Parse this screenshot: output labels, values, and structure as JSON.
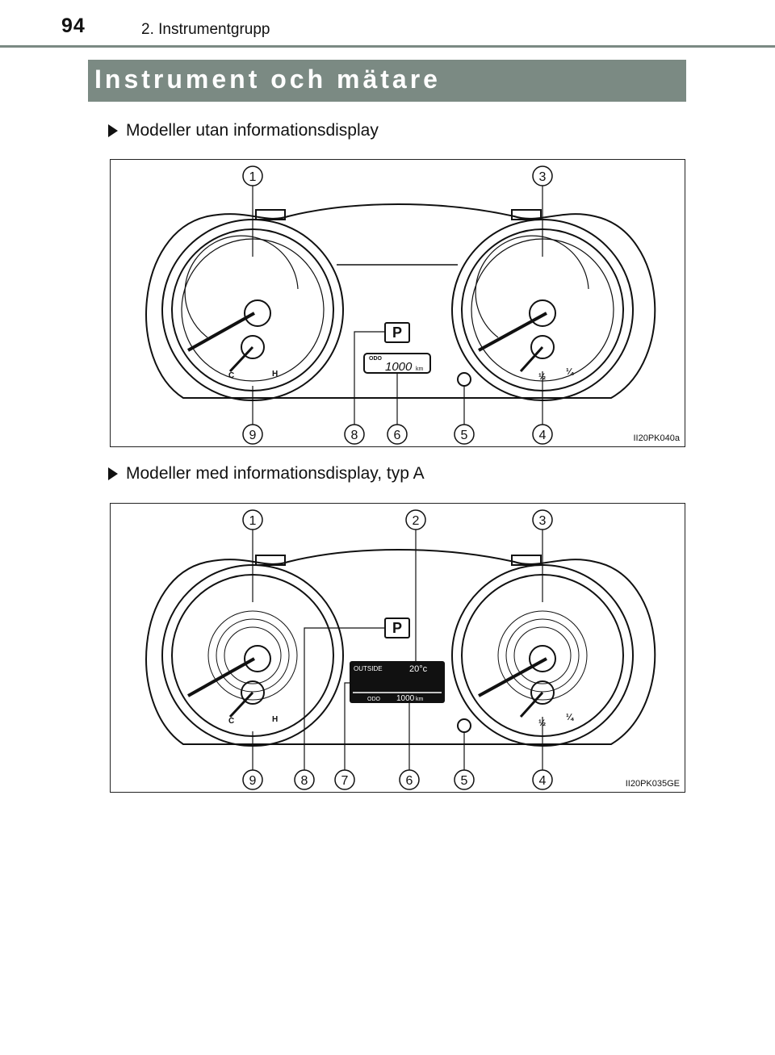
{
  "header": {
    "page_number": "94",
    "chapter": "2. Instrumentgrupp"
  },
  "section": {
    "title": "Instrument och mätare"
  },
  "figures": [
    {
      "heading": "Modeller utan informationsdisplay",
      "code": "II20PK040a",
      "callouts_top": [
        "1",
        "3"
      ],
      "callouts_bottom": [
        "9",
        "8",
        "6",
        "5",
        "4"
      ],
      "odo_label": "ODO",
      "odo_value": "1000",
      "odo_unit": "km",
      "shift_indicator": "P",
      "temp_cold": "C",
      "temp_hot": "H",
      "fuel_half": "½",
      "fuel_quarter": "¼"
    },
    {
      "heading": "Modeller med informationsdisplay, typ A",
      "code": "II20PK035GE",
      "callouts_top": [
        "1",
        "2",
        "3"
      ],
      "callouts_bottom": [
        "9",
        "8",
        "7",
        "6",
        "5",
        "4"
      ],
      "outside_label": "OUTSIDE",
      "outside_value": "20°c",
      "odo_label": "ODO",
      "odo_value": "1000",
      "odo_unit": "km",
      "shift_indicator": "P",
      "temp_cold": "C",
      "temp_hot": "H",
      "fuel_half": "½",
      "fuel_quarter": "¼"
    }
  ]
}
